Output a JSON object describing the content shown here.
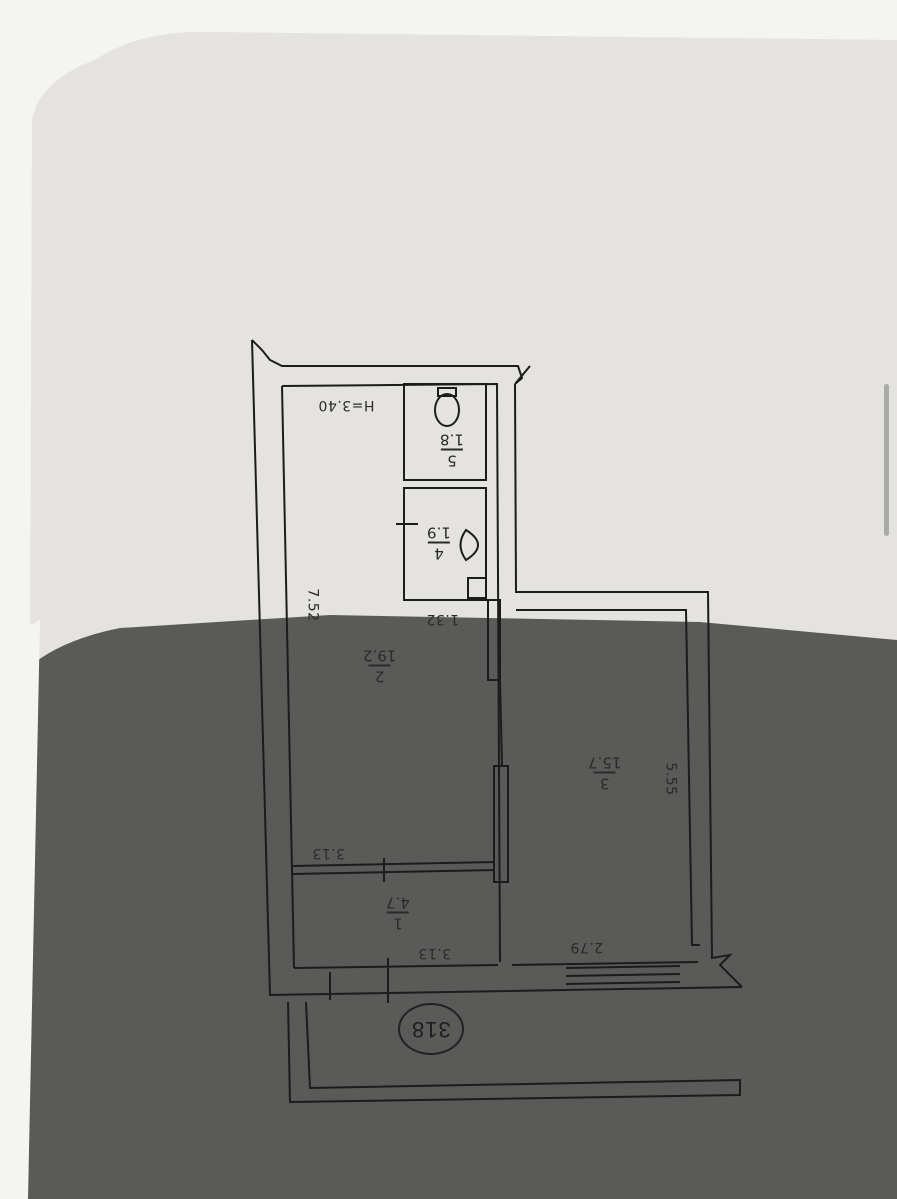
{
  "plan": {
    "apartment_number": "318",
    "ceiling_height": "H=3.40",
    "rooms": [
      {
        "number": "1",
        "area": "4.7"
      },
      {
        "number": "2",
        "area": "19.2"
      },
      {
        "number": "3",
        "area": "15.7"
      },
      {
        "number": "4",
        "area": "1.9"
      },
      {
        "number": "5",
        "area": "1.8"
      }
    ],
    "dimensions": {
      "length_left": "7.52",
      "length_right": "5.55",
      "width_room1_bottom": "3.13",
      "width_room1_top": "3.13",
      "width_room3": "2.79",
      "width_bath": "1.32"
    }
  },
  "colors": {
    "paper_light": "#e6e5e1",
    "paper_shadow": "#585856",
    "line": "#1e1e1e"
  }
}
